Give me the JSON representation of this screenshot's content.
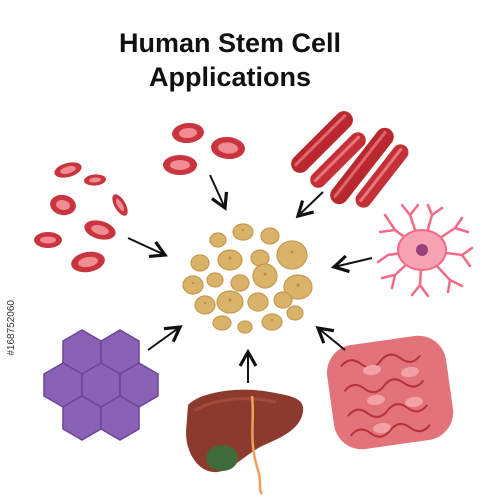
{
  "title": {
    "line1": "Human Stem Cell",
    "line2": "Applications"
  },
  "watermark_id": "#168752060",
  "colors": {
    "blood": "#d8454e",
    "muscle": "#b9282f",
    "neuron": "#f36a86",
    "stem": "#d9b36a",
    "hex": "#8a62b5",
    "liver": "#8d3a2e",
    "kidney": "#e3737a",
    "arrow": "#111111"
  }
}
